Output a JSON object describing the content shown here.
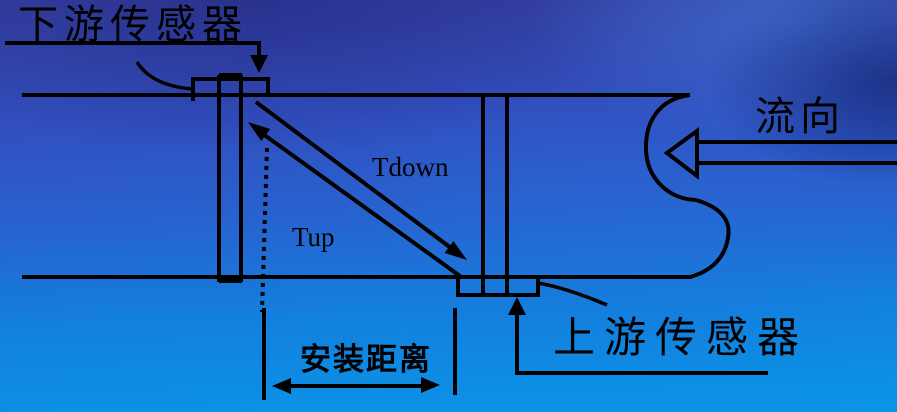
{
  "diagram": {
    "downstream_sensor_label": "下游传感器",
    "upstream_sensor_label": "上游传感器",
    "flow_direction_label": "流向",
    "tdown_label": "Tdown",
    "tup_label": "Tup",
    "install_distance_label": "安装距离",
    "colors": {
      "line": "#000000",
      "background_top": "#353f9f",
      "background_middle": "#2763d0",
      "background_bottom": "#0b95e8"
    }
  }
}
